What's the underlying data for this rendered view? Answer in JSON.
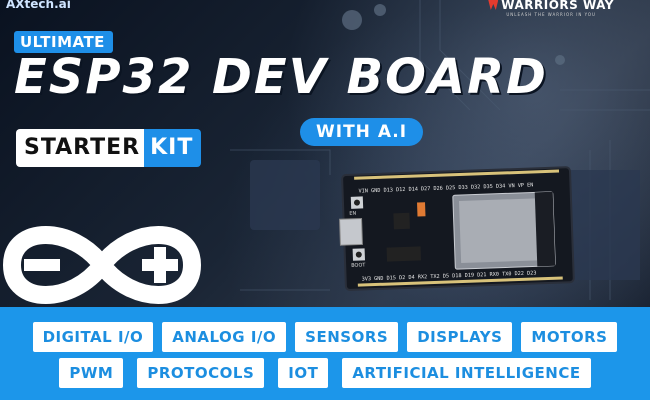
{
  "brand": {
    "left": "AXtech.ai",
    "right_name": "WARRIORS WAY",
    "right_tagline": "UNLEASH THE WARRIOR IN YOU"
  },
  "headline": {
    "ultimate": "ULTIMATE",
    "title": "ESP32 DEV BOARD",
    "with_ai": "WITH A.I",
    "starter": "STARTER",
    "kit": "KIT"
  },
  "board": {
    "top_pins": "VIN GND D13 D12 D14 D27 D26 D25 D33 D32 D35 D34 VN VP EN",
    "bottom_pins": "3V3 GND D15 D2 D4 RX2 TX2 D5 D18 D19 D21 RX0 TX0 D22 D23",
    "en_label": "EN",
    "boot_label": "BOOT"
  },
  "tags": {
    "row1": [
      "DIGITAL I/O",
      "ANALOG I/O",
      "SENSORS",
      "DISPLAYS",
      "MOTORS"
    ],
    "row2": [
      "PWM",
      "PROTOCOLS",
      "IOT",
      "ARTIFICIAL INTELLIGENCE"
    ]
  },
  "colors": {
    "accent": "#1c96ea",
    "background": "#0b1422",
    "pill_text": "#1c8ee0"
  }
}
